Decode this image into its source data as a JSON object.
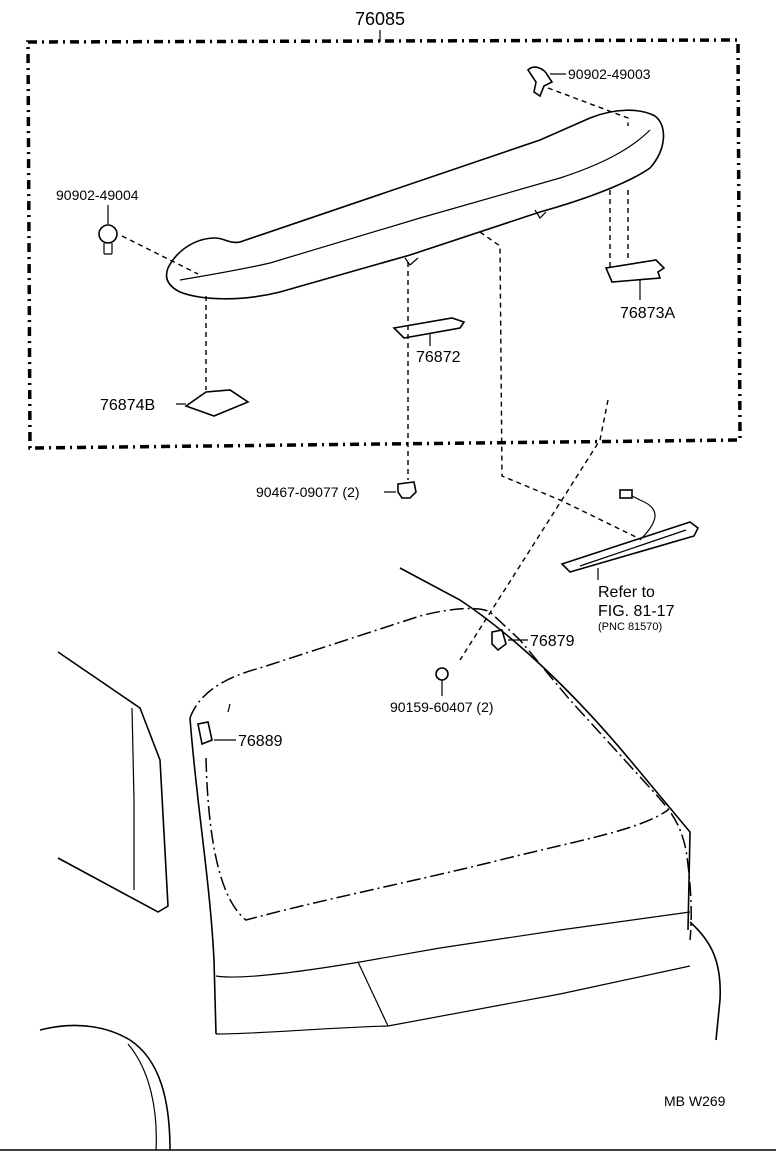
{
  "assembly_label": "76085",
  "parts": {
    "p1": "90902-49003",
    "p2": "90902-49004",
    "p3": "76873A",
    "p4": "76872",
    "p5": "76874B",
    "p6": "90467-09077 (2)",
    "p7": "76879",
    "p8": "90159-60407 (2)",
    "p9": "76889"
  },
  "reference": {
    "line1": "Refer to",
    "line2": "FIG. 81-17",
    "line3": "(PNC 81570)"
  },
  "footer_code": "MB  W269"
}
